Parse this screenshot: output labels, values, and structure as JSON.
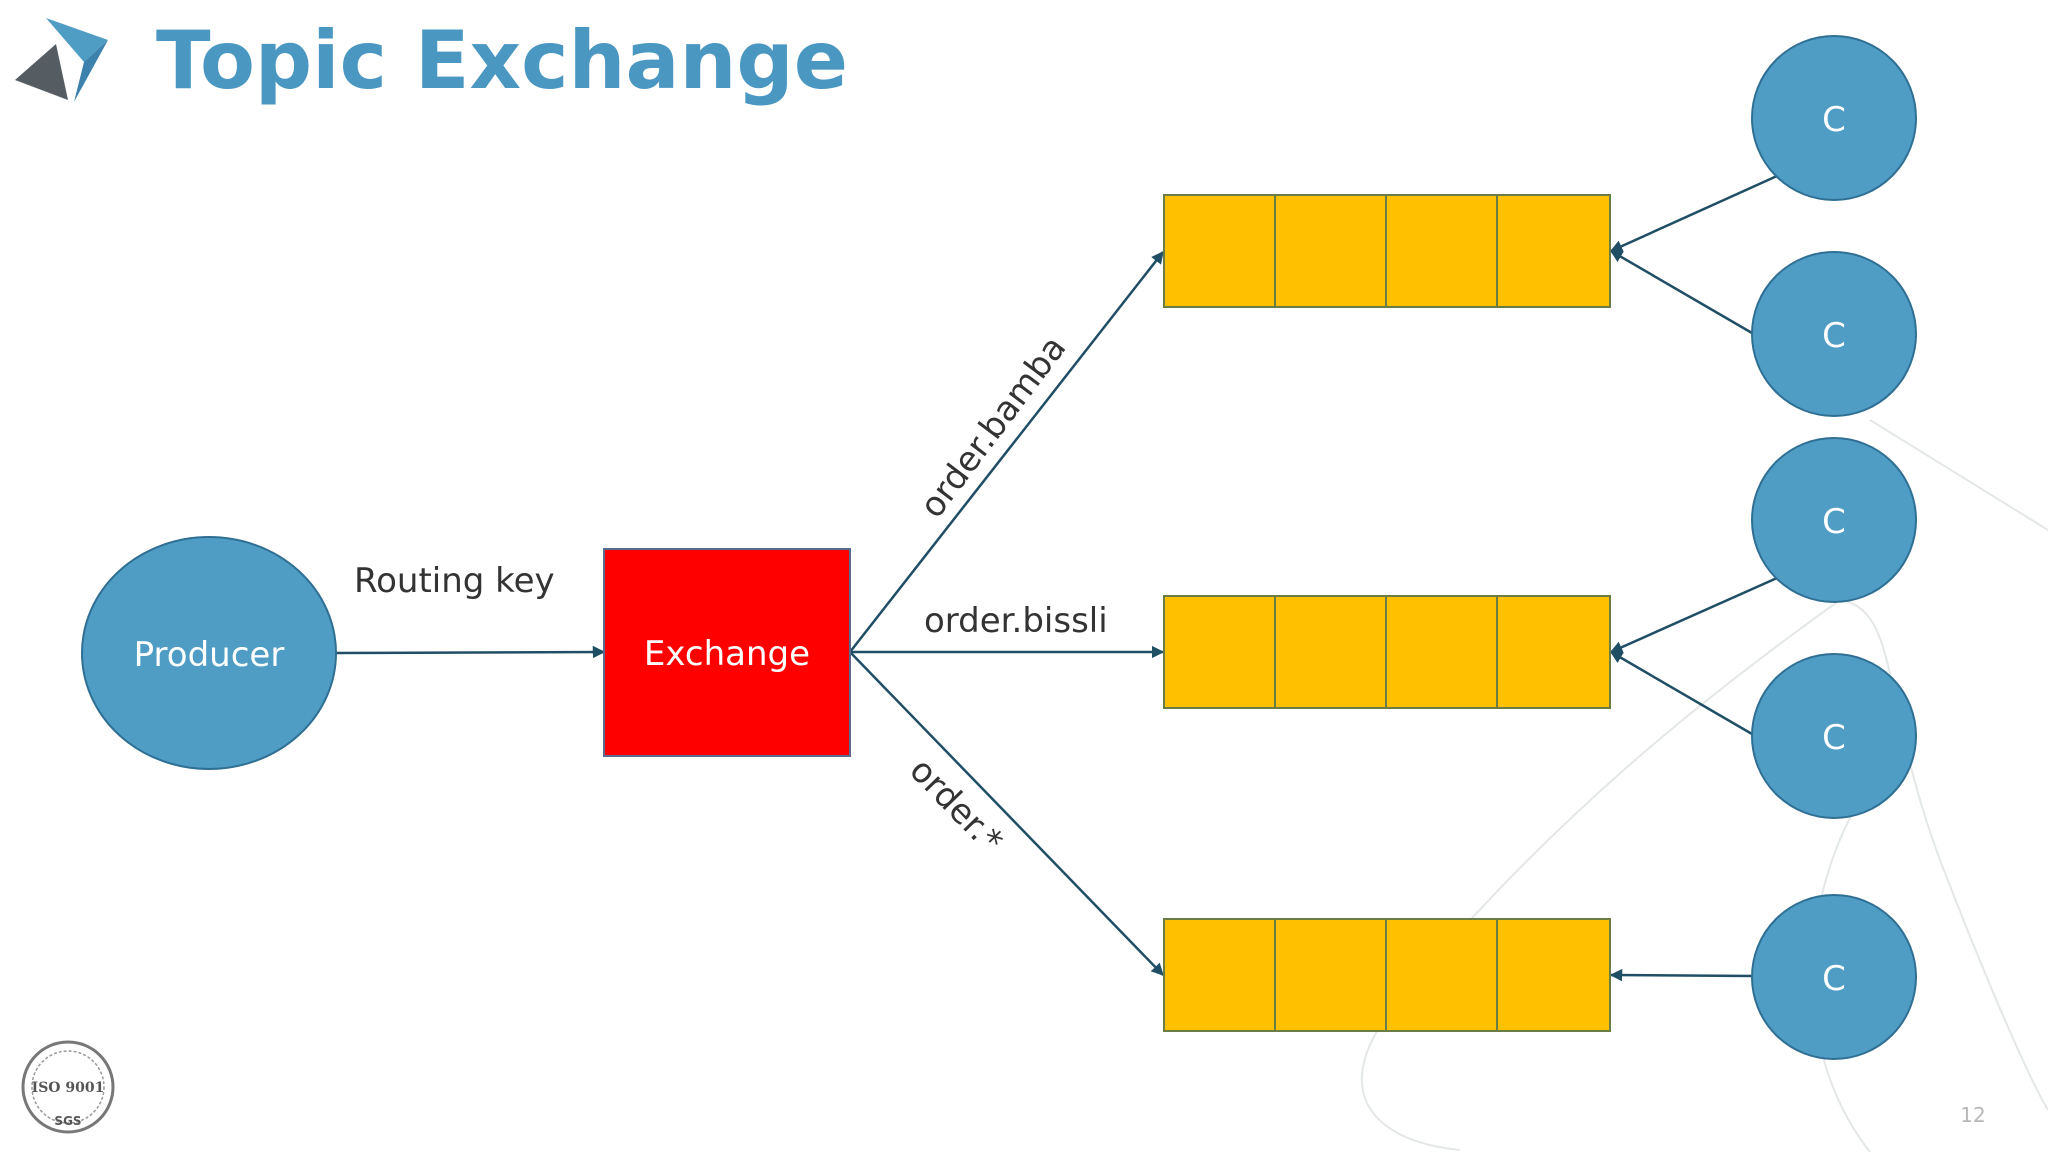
{
  "slide": {
    "title": "Topic Exchange",
    "page_number": "12"
  },
  "diagram": {
    "producer_label": "Producer",
    "exchange_label": "Exchange",
    "routing_key_label": "Routing key",
    "bindings": [
      "order.bamba",
      "order.bissli",
      "order.*"
    ],
    "consumer_label": "C",
    "queue_cell_count": 4
  },
  "logos": {
    "iso_badge_text": "ISO 9001",
    "iso_badge_brand": "SGS"
  },
  "colors": {
    "title": "#4a97c2",
    "node_fill": "#4f9dc5",
    "node_stroke": "#2f6f93",
    "exchange_fill": "#ff0000",
    "queue_fill": "#ffc000",
    "queue_stroke": "#6b7d45",
    "arrow": "#1f4e65",
    "text_dark": "#333333",
    "text_light": "#ffffff"
  }
}
